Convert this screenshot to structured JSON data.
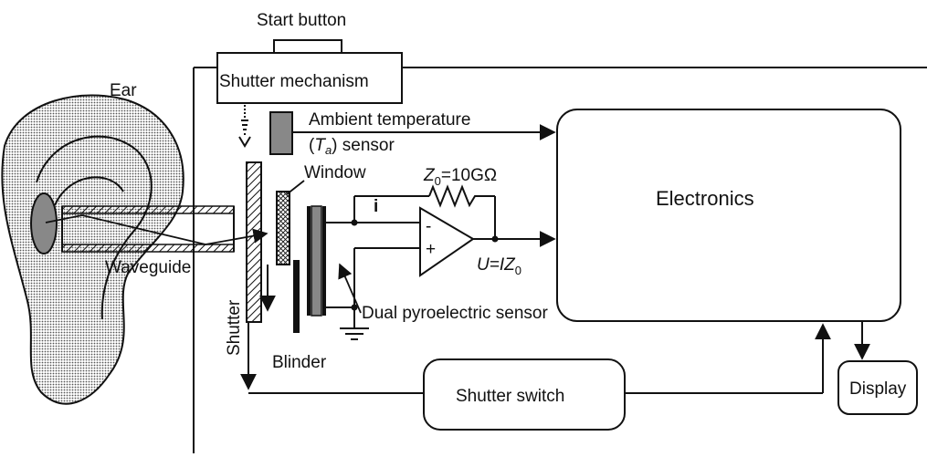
{
  "labels": {
    "start_button": "Start button",
    "shutter_mechanism": "Shutter mechanism",
    "ear": "Ear",
    "ambient_temperature": "Ambient temperature",
    "ta_open": "(",
    "ta_T": "T",
    "ta_sub": "a",
    "ta_close": ") sensor",
    "window": "Window",
    "impedance_Z": "Z",
    "impedance_sub": "0",
    "impedance_value": "=10GΩ",
    "current_i": "i",
    "opamp_minus": "-",
    "opamp_plus": "+",
    "output_U": "U=IZ",
    "output_sub": "0",
    "waveguide": "Waveguide",
    "shutter": "Shutter",
    "blinder": "Blinder",
    "dual_sensor": "Dual pyroelectric sensor",
    "electronics": "Electronics",
    "shutter_switch": "Shutter switch",
    "display": "Display"
  }
}
